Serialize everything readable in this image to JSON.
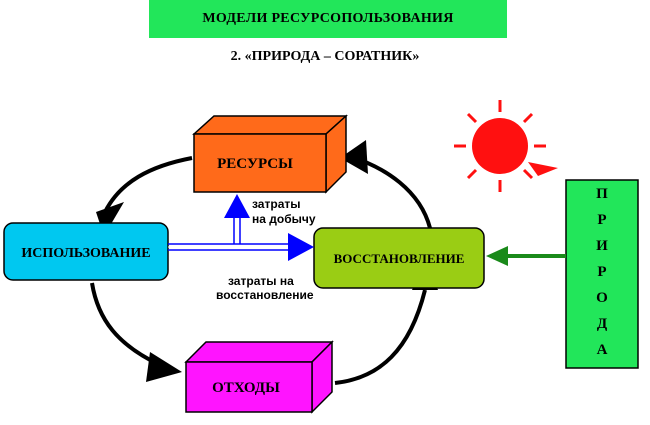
{
  "title": "МОДЕЛИ РЕСУРСОПОЛЬЗОВАНИЯ",
  "subtitle": "2. «ПРИРОДА – СОРАТНИК»",
  "nodes": {
    "resources": "РЕСУРСЫ",
    "usage": "ИСПОЛЬЗОВАНИЕ",
    "restoration": "ВОССТАНОВЛЕНИЕ",
    "waste": "ОТХОДЫ",
    "nature_letters": [
      "П",
      "Р",
      "И",
      "Р",
      "О",
      "Д",
      "А"
    ]
  },
  "labels": {
    "extraction_line1": "затраты",
    "extraction_line2": "на добычу",
    "restoration_cost_line1": "затраты на",
    "restoration_cost_line2": "восстановление"
  },
  "colors": {
    "banner": "#22e65a",
    "resources": "#ff6a1a",
    "usage": "#00c8f0",
    "restoration": "#9acd14",
    "waste": "#ff14ff",
    "nature": "#22e65a",
    "sun": "#ff1010",
    "arrow_blue": "#0000ff",
    "arrow_green": "#1a8a1a"
  },
  "icons": {
    "sun": "sun-icon"
  }
}
